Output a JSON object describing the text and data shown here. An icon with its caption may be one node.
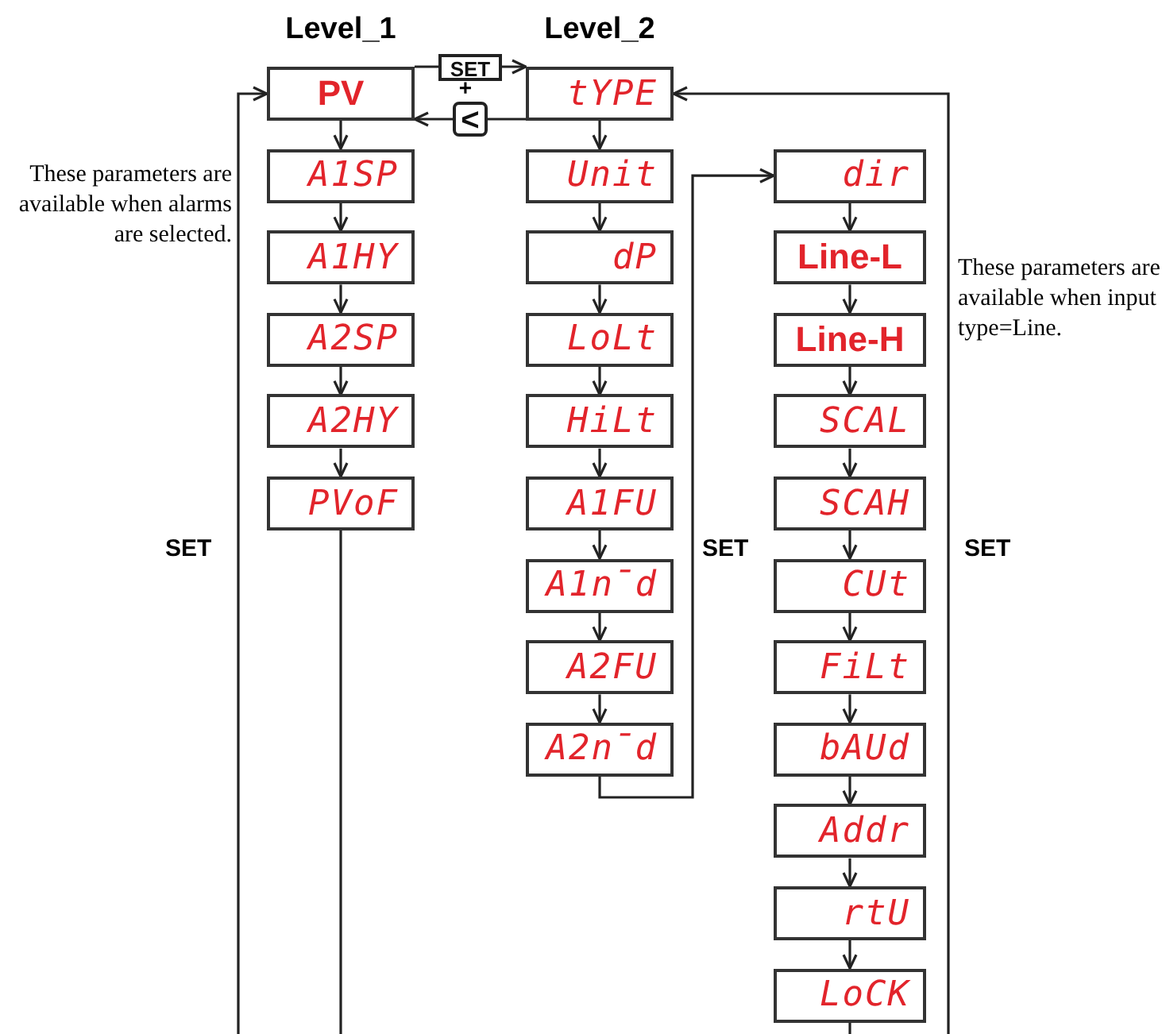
{
  "diagram": {
    "nodes": [
      {
        "text": [
          "PV"
        ]
      },
      {
        "text": [
          "A1SP"
        ]
      },
      {
        "text": [
          "A1HY"
        ]
      },
      {
        "text": [
          "A2SP"
        ]
      },
      {
        "text": [
          "A2HY"
        ]
      },
      {
        "text": [
          "PVoF"
        ]
      },
      {
        "text": [
          "tYPE"
        ]
      },
      {
        "text": [
          "Unit"
        ]
      },
      {
        "text": [
          "dP"
        ]
      },
      {
        "text": [
          "LoLt"
        ]
      },
      {
        "text": [
          "HiLt"
        ]
      },
      {
        "text": [
          "A1FU"
        ]
      },
      {
        "text": [
          "A1n̄d"
        ]
      },
      {
        "text": [
          "A2FU"
        ]
      },
      {
        "text": [
          "A2n̄d"
        ]
      },
      {
        "text": [
          "dir"
        ]
      },
      {
        "text": [
          "Line-L"
        ]
      },
      {
        "text": [
          "Line-H"
        ]
      },
      {
        "text": [
          "SCAL"
        ]
      },
      {
        "text": [
          "SCAH"
        ]
      },
      {
        "text": [
          "CUt"
        ]
      },
      {
        "text": [
          "FiLt"
        ]
      },
      {
        "text": [
          "bAUd"
        ]
      },
      {
        "text": [
          "Addr"
        ]
      },
      {
        "text": [
          "rtU"
        ]
      },
      {
        "text": [
          "LoCK"
        ]
      }
    ],
    "edges": [
      {
        "from": 0,
        "to": 1,
        "arrow": "to"
      },
      {
        "from": 1,
        "to": 2,
        "arrow": "to"
      },
      {
        "from": 2,
        "to": 3,
        "arrow": "to"
      },
      {
        "from": 3,
        "to": 4,
        "arrow": "to"
      },
      {
        "from": 4,
        "to": 5,
        "arrow": "to"
      },
      {
        "from": 6,
        "to": 7,
        "arrow": "to"
      },
      {
        "from": 7,
        "to": 8,
        "arrow": "to"
      },
      {
        "from": 8,
        "to": 9,
        "arrow": "to"
      },
      {
        "from": 9,
        "to": 10,
        "arrow": "to"
      },
      {
        "from": 10,
        "to": 11,
        "arrow": "to"
      },
      {
        "from": 11,
        "to": 12,
        "arrow": "to"
      },
      {
        "from": 12,
        "to": 13,
        "arrow": "to"
      },
      {
        "from": 13,
        "to": 14,
        "arrow": "to"
      },
      {
        "from": 14,
        "to": 15,
        "arrow": "to"
      },
      {
        "from": 15,
        "to": 16,
        "arrow": "to"
      },
      {
        "from": 16,
        "to": 17,
        "arrow": "to"
      },
      {
        "from": 17,
        "to": 18,
        "arrow": "to"
      },
      {
        "from": 18,
        "to": 19,
        "arrow": "to"
      },
      {
        "from": 19,
        "to": 20,
        "arrow": "to"
      },
      {
        "from": 20,
        "to": 21,
        "arrow": "to"
      },
      {
        "from": 21,
        "to": 22,
        "arrow": "to"
      },
      {
        "from": 22,
        "to": 23,
        "arrow": "to"
      },
      {
        "from": 23,
        "to": 24,
        "arrow": "to"
      },
      {
        "from": 24,
        "to": 25,
        "arrow": "to"
      },
      {
        "from": 0,
        "to": 6,
        "label": "SET",
        "arrow": "to"
      },
      {
        "from": 6,
        "to": 0,
        "label": "<",
        "arrow": "to"
      },
      {
        "from": 5,
        "to": null,
        "arrow": "none"
      },
      {
        "from": null,
        "to": 0,
        "arrow": "to"
      },
      {
        "from": 25,
        "to": null,
        "arrow": "none"
      },
      {
        "from": null,
        "to": 6,
        "arrow": "to"
      }
    ],
    "labels": [
      "Level_1",
      "Level_2",
      "+",
      "These parameters are available when alarms are selected.",
      "These parameters are available when input type=Line.",
      "SET",
      "SET",
      "SET"
    ]
  }
}
